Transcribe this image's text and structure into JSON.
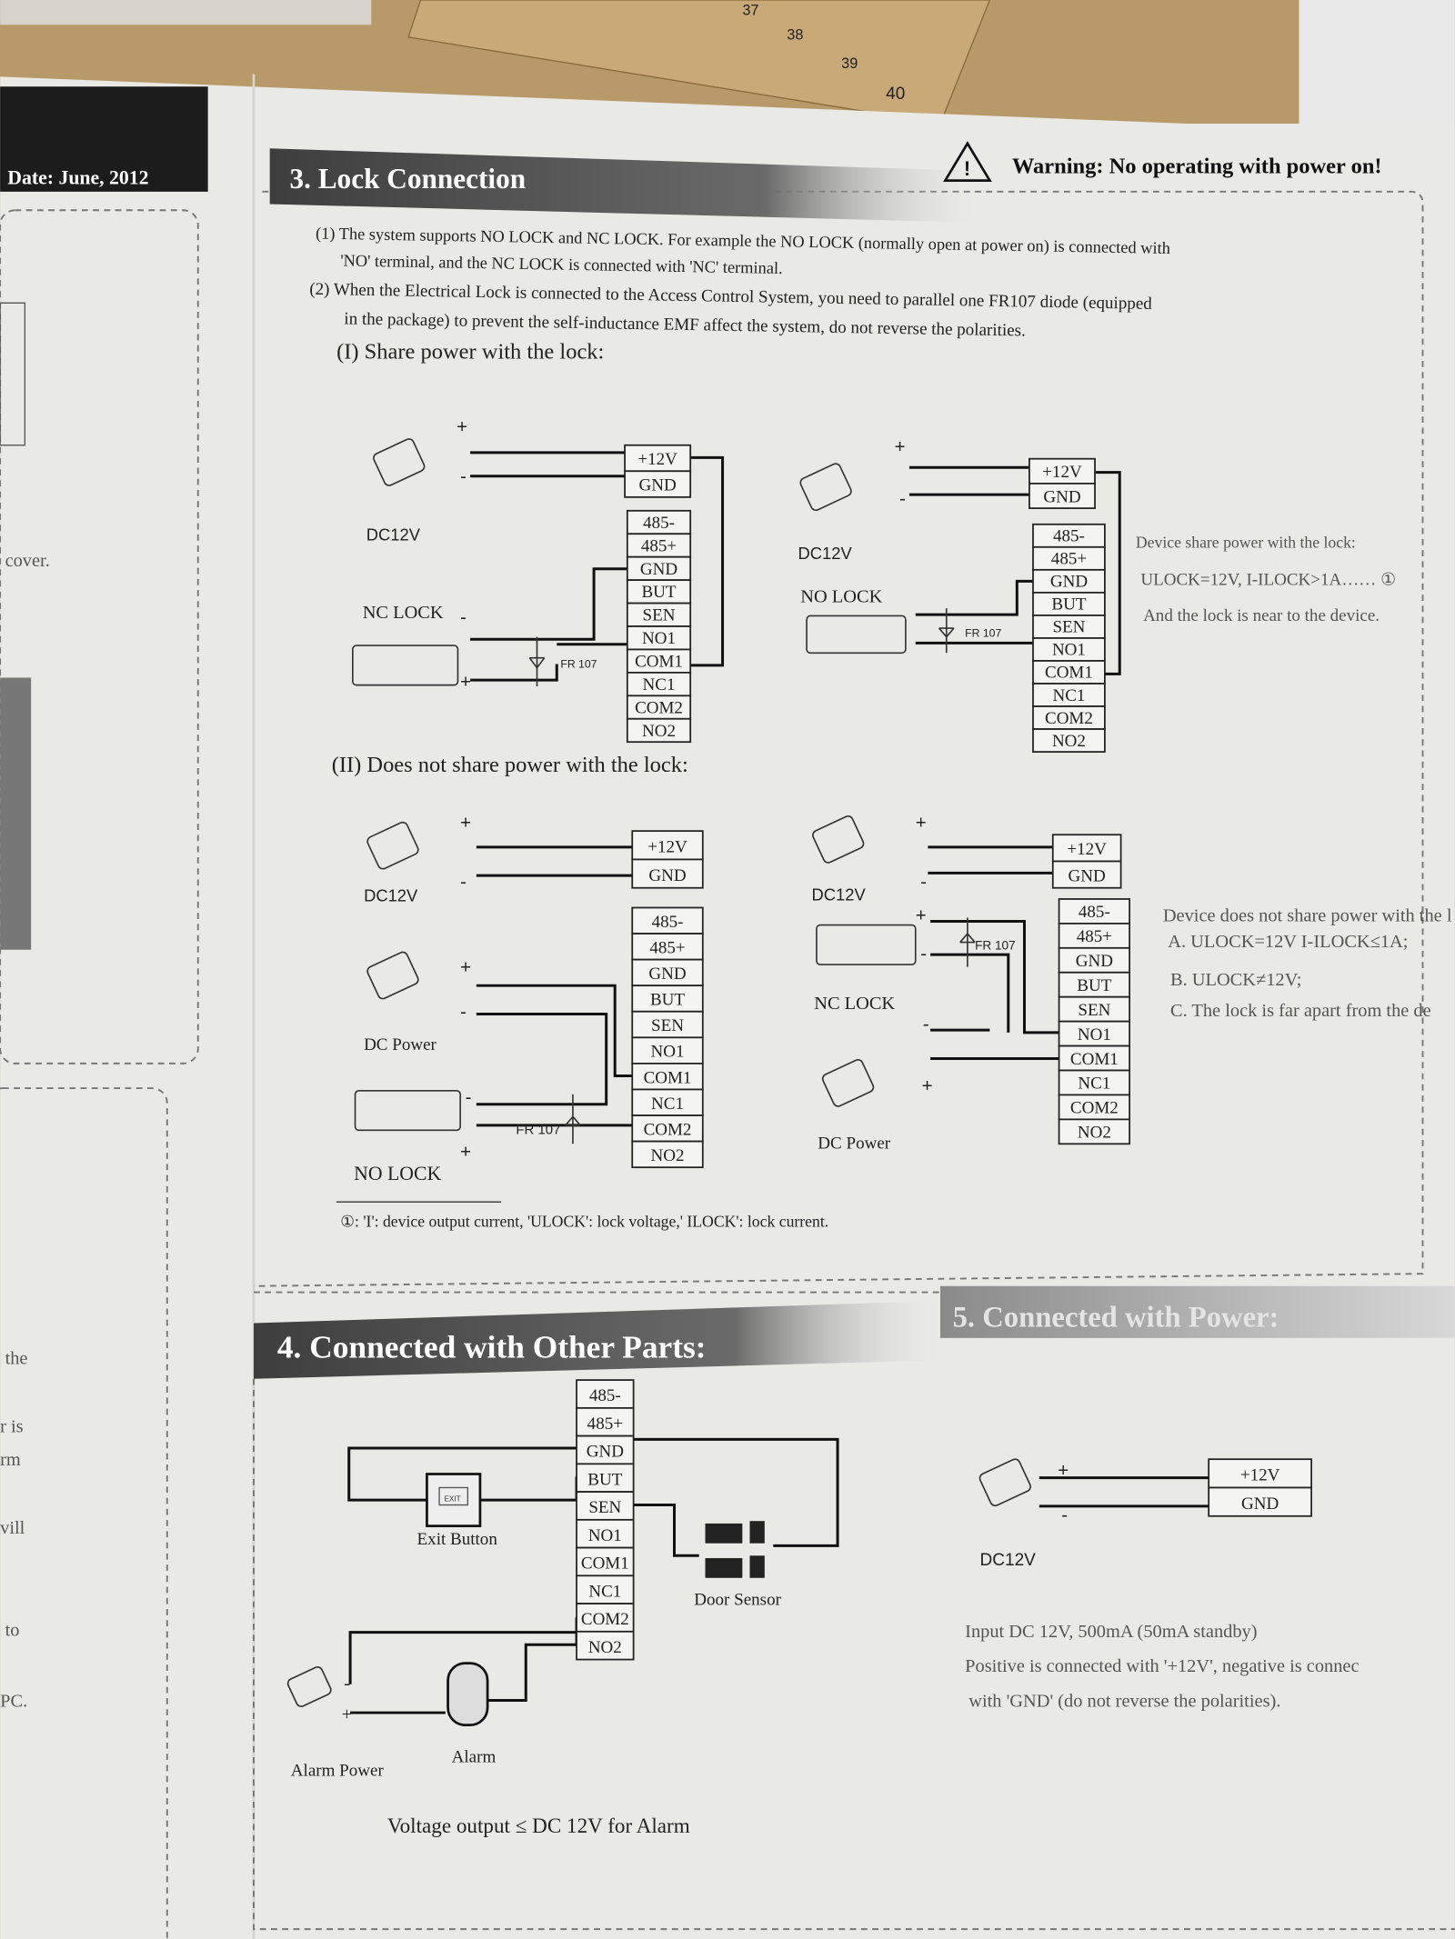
{
  "left_page": {
    "date": "Date: June, 2012",
    "fragments": [
      "cover.",
      "the",
      "r is",
      "rm",
      "vill",
      "to",
      "PC."
    ]
  },
  "section3": {
    "title": "3. Lock Connection",
    "warning": "Warning: No operating with power on!",
    "paragraph": [
      "(1) The system supports NO LOCK and NC LOCK. For example the NO LOCK (normally open at power on) is connected with",
      "'NO' terminal, and the NC LOCK is connected with 'NC' terminal.",
      "(2) When the Electrical Lock is connected to the Access Control System, you need to parallel one FR107 diode (equipped",
      "in the package) to prevent the self-inductance EMF affect the system, do not reverse the polarities.",
      "(I) Share power with the lock:"
    ],
    "subtitle2": "(II) Does not share power with the lock:",
    "share_note": [
      "Device share power with the lock:",
      "ULOCK=12V, I-ILOCK>1A…… ①",
      "And the lock is near to the device."
    ],
    "no_share_note": [
      "Device does not share power with the l",
      "A. ULOCK=12V  I-ILOCK≤1A;",
      "B. ULOCK≠12V;",
      "C. The lock is far apart from the de"
    ],
    "footnote": "①: 'I': device output current, 'ULOCK': lock voltage,' ILOCK': lock current.",
    "labels": {
      "dc12v": "DC12V",
      "dc_power": "DC Power",
      "nc_lock": "NC LOCK",
      "no_lock": "NO LOCK",
      "diode": "FR 107",
      "plus": "+",
      "minus": "-"
    }
  },
  "terminals": {
    "power": [
      "+12V",
      "GND"
    ],
    "main": [
      "485-",
      "485+",
      "GND",
      "BUT",
      "SEN",
      "NO1",
      "COM1",
      "NC1",
      "COM2",
      "NO2"
    ]
  },
  "section4": {
    "title": "4. Connected with Other Parts:",
    "exit_button": "Exit Button",
    "exit_button_face": "EXIT",
    "door_sensor": "Door Sensor",
    "alarm_power": "Alarm Power",
    "alarm": "Alarm",
    "voltage_note": "Voltage output ≤ DC 12V for Alarm"
  },
  "section5": {
    "title": "5. Connected with Power:",
    "dc12v": "DC12V",
    "lines": [
      "Input DC 12V, 500mA (50mA standby)",
      "Positive is connected with '+12V', negative is connec",
      "with 'GND' (do not reverse the polarities)."
    ]
  },
  "ruler": [
    "37",
    "38",
    "39",
    "40"
  ],
  "colors": {
    "paper": "#e9e9e6",
    "header": "#4a4a4a",
    "desk": "#b89a6a"
  }
}
